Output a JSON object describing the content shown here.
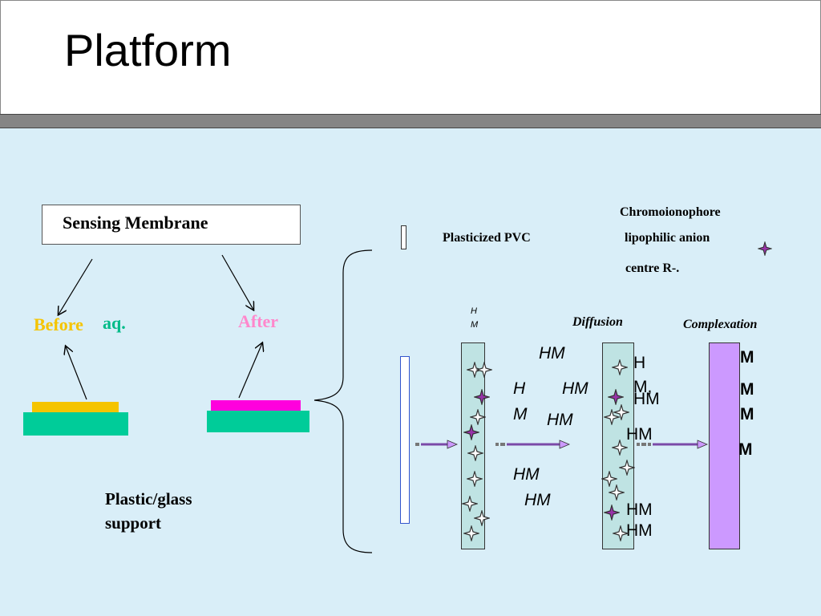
{
  "title": "Platform",
  "left": {
    "sensing_membrane": "Sensing Membrane",
    "before": "Before",
    "aq": "aq.",
    "after": "After",
    "support_line1": "Plastic/glass",
    "support_line2": "support"
  },
  "legend": {
    "plasticized_pvc": "Plasticized PVC",
    "chromoionophore": "Chromoionophore",
    "lipophilic_anion": "lipophilic anion",
    "centre": "centre R-."
  },
  "stages": {
    "diffusion": "Diffusion",
    "complexation": "Complexation"
  },
  "labels": {
    "hm": "HM",
    "h": "H",
    "m": "M",
    "hm_partial": "M,"
  },
  "colors": {
    "background": "#d9eef8",
    "before_layer": "#f5c400",
    "after_layer": "#ff00dd",
    "substrate": "#00cc99",
    "membrane": "#bfe3e3",
    "complex_membrane": "#cc99ff",
    "before_text": "#f5c400",
    "aq_text": "#00bb88",
    "after_text": "#ff88cc"
  }
}
